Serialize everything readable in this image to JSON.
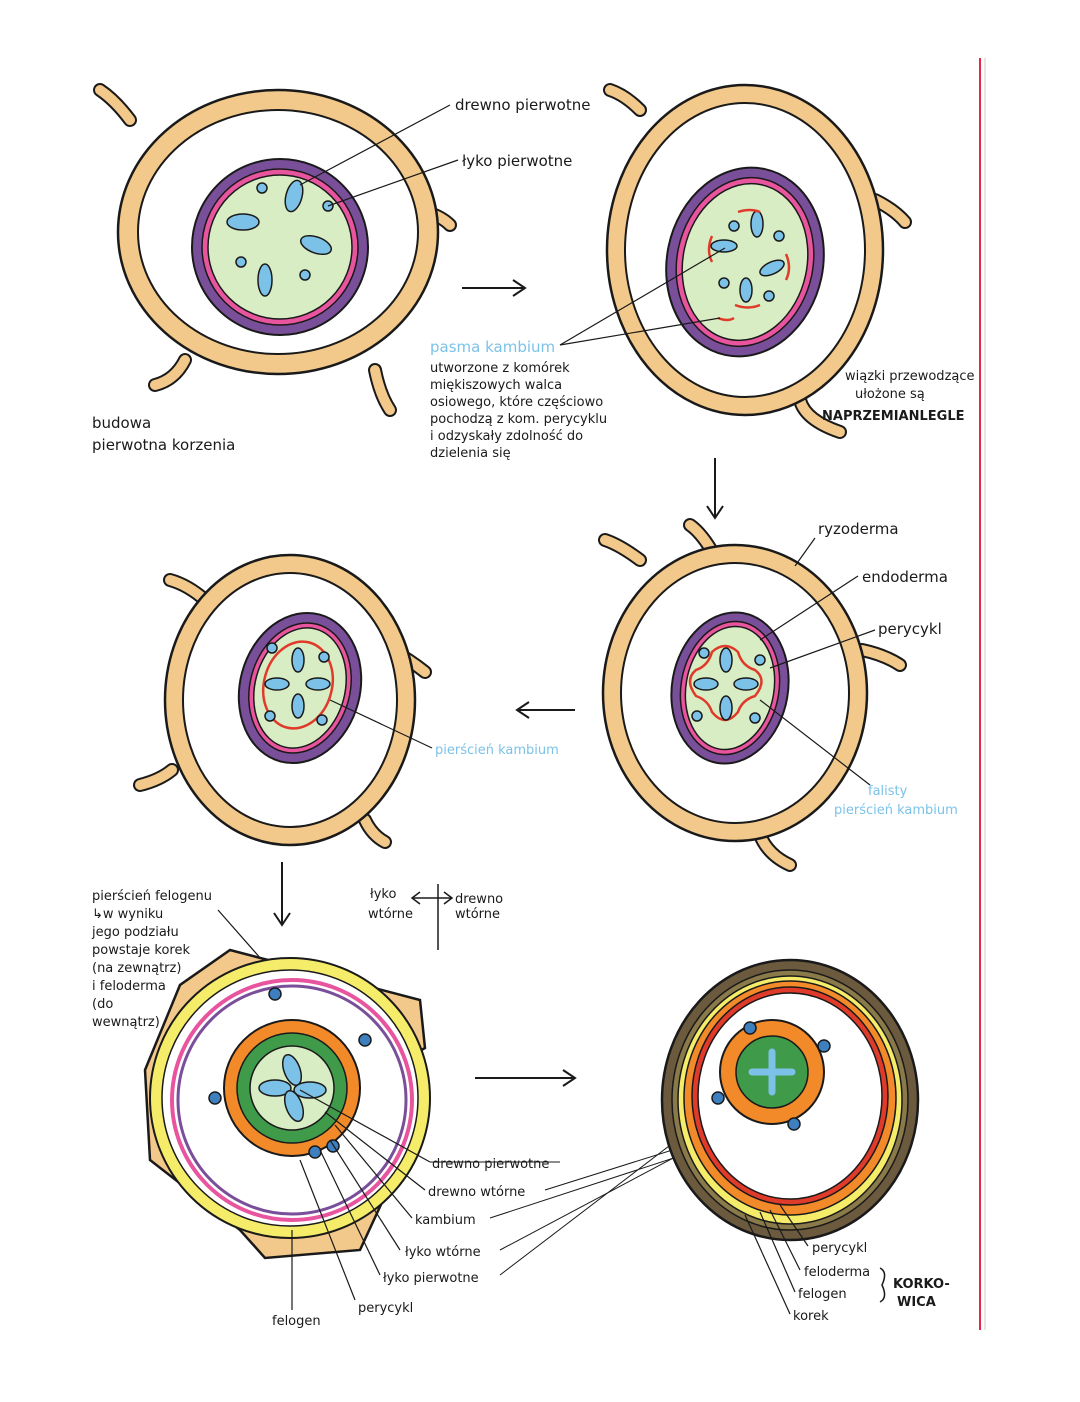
{
  "labels": {
    "primary_xylem": "drewno pierwotne",
    "primary_phloem": "łyko pierwotne",
    "cambium_strip_title": "pasma kambium",
    "cambium_strip_desc": [
      "utworzone z komórek",
      "miękiszowych walca",
      "osiowego, które częściowo",
      "pochodzą z kom. perycyklu",
      "i odzyskały zdolność do",
      "dzielenia się"
    ],
    "primary_structure": [
      "budowa",
      "pierwotna korzenia"
    ],
    "bundles_note": [
      "wiązki przewodzące",
      "ułożone są"
    ],
    "bundles_note_bold": "NAPRZEMIANLEGLE",
    "rhizodermis": "ryzoderma",
    "endodermis": "endoderma",
    "pericycle": "perycykl",
    "wavy_cambium": [
      "falisty",
      "pierścień kambium"
    ],
    "cambium_ring": "pierścień kambium",
    "phellogen_ring": [
      "pierścień felogenu",
      "↳w wyniku",
      "jego podziału",
      "powstaje korek",
      "(na zewnątrz)",
      "i feloderma",
      "(do",
      "wewnątrz)"
    ],
    "secondary_phloem": [
      "łyko",
      "wtórne"
    ],
    "secondary_xylem": [
      "drewno",
      "wtórne"
    ],
    "bottom_list": [
      "drewno pierwotne",
      "drewno wtórne",
      "kambium",
      "łyko wtórne",
      "łyko pierwotne"
    ],
    "phellogen": "felogen",
    "pericycle_bottom": "perycykl",
    "right_list": [
      "perycykl",
      "feloderma",
      "felogen",
      "korek"
    ],
    "korkowica": [
      "KORKO-",
      "WICA"
    ]
  },
  "colors": {
    "outline": "#1a1a1a",
    "cortex": "#f2c98a",
    "endodermis": "#7a4f9a",
    "pericycle": "#e8559e",
    "stele": "#d8edc4",
    "xylem": "#7cc2e8",
    "cambium": "#e03a2a",
    "cork": "#6b5a3e",
    "phellogen": "#f5ec6a",
    "orange": "#f28a2a",
    "green": "#3f9a4a",
    "red_border": "#e8244a"
  }
}
